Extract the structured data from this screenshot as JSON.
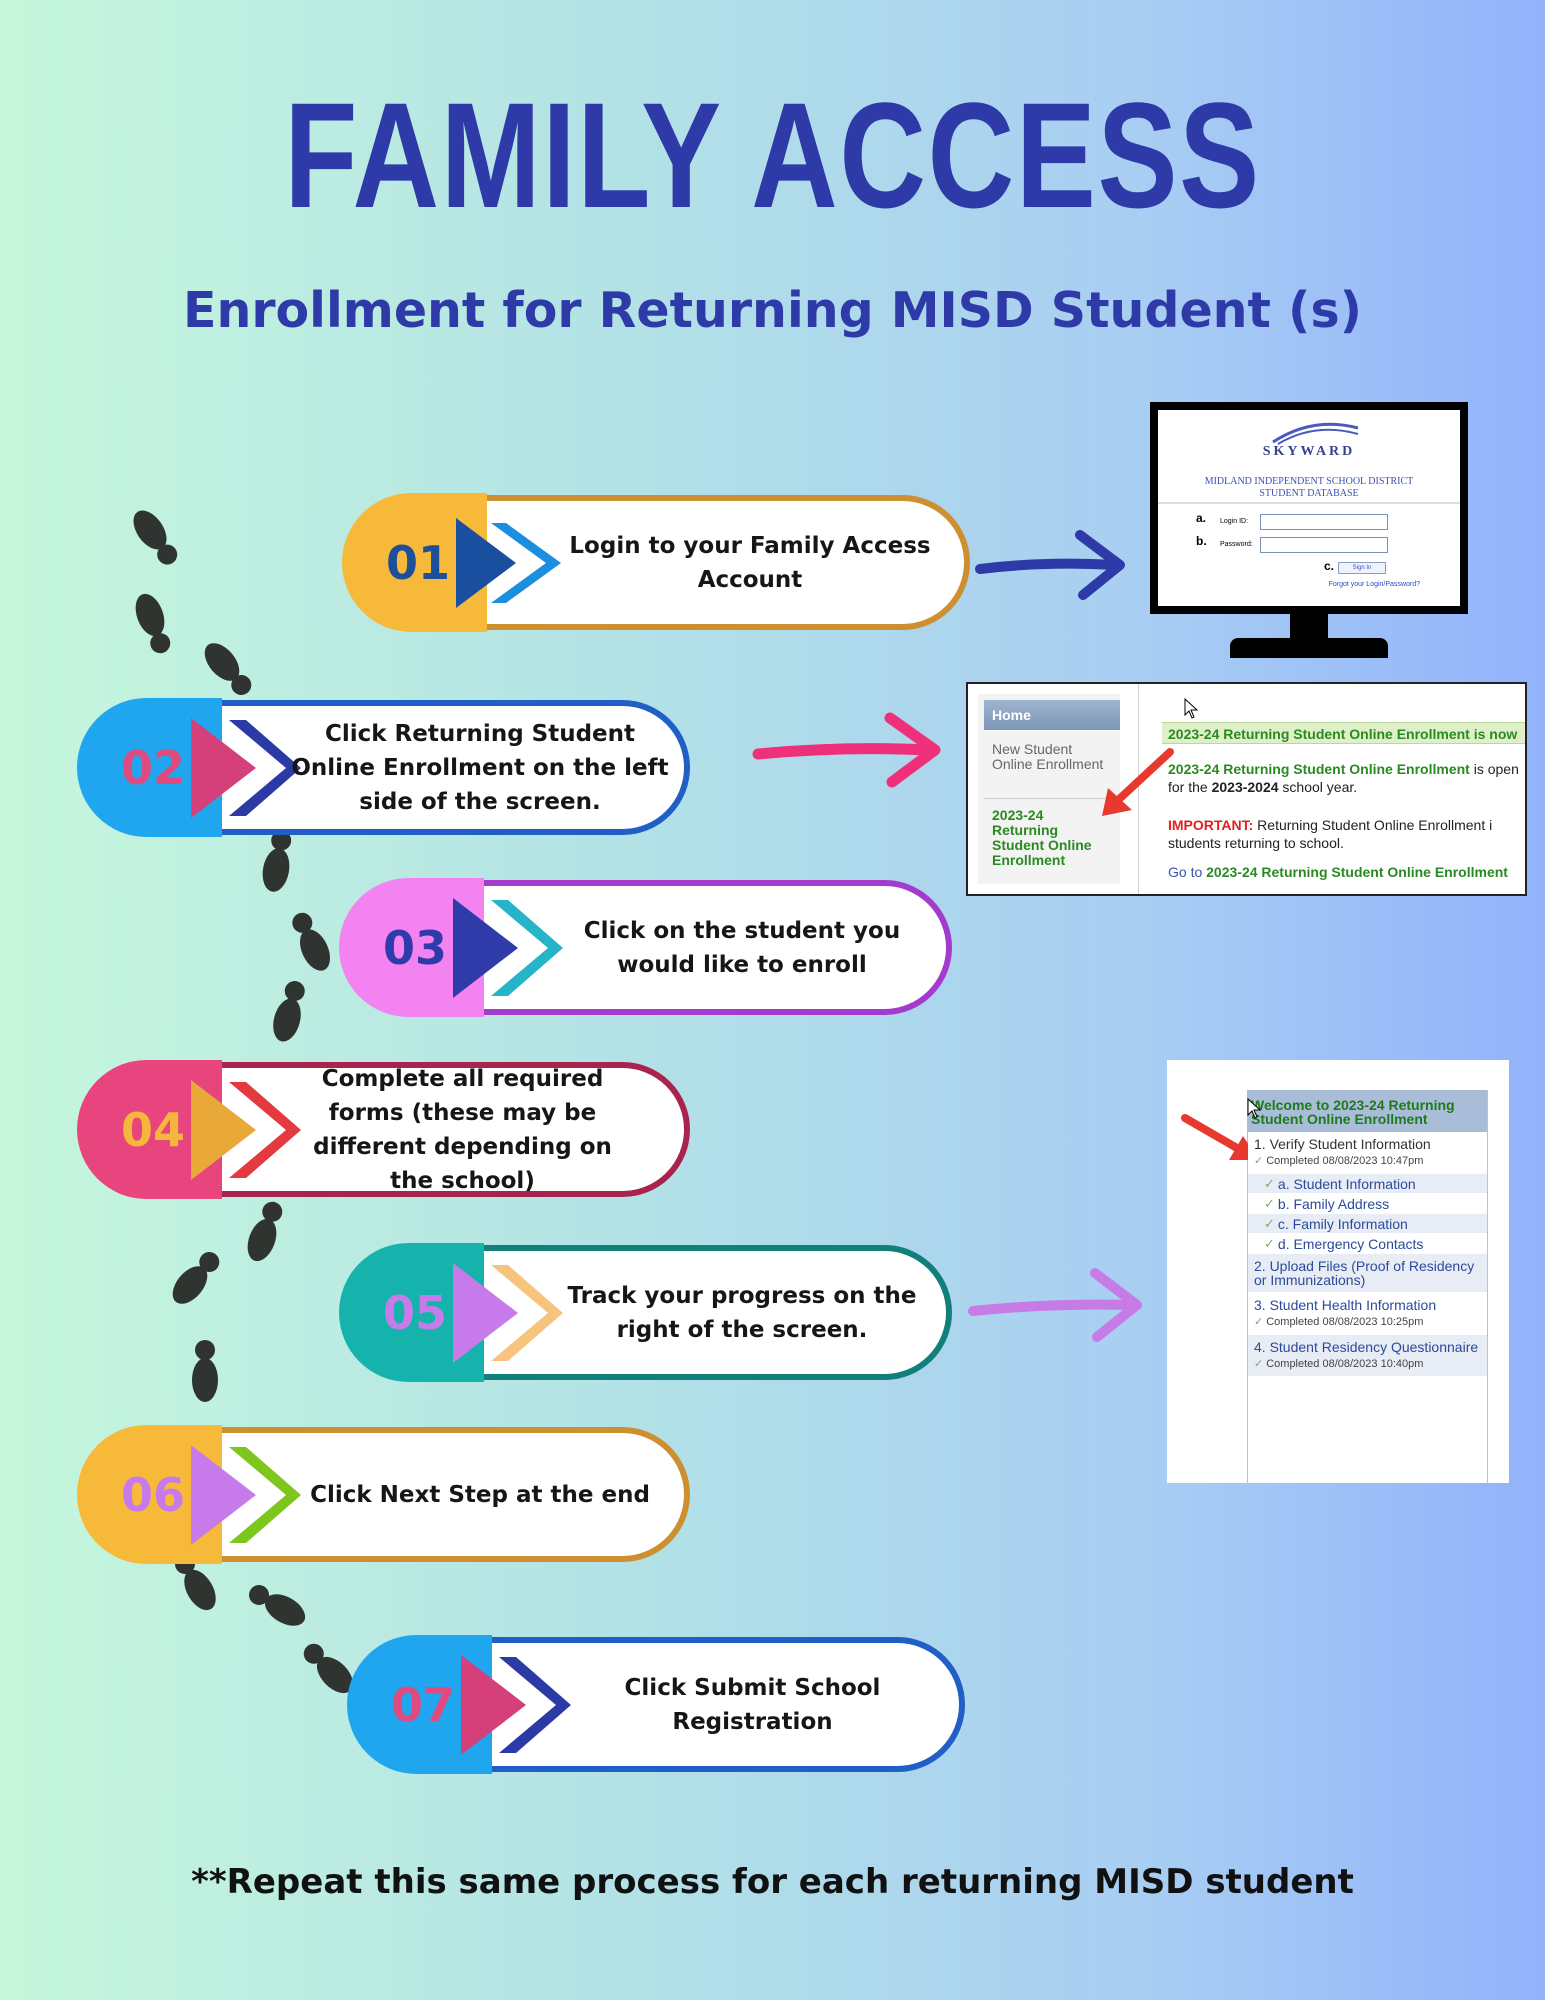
{
  "title": "FAMILY ACCESS",
  "subtitle": "Enrollment for Returning MISD Student (s)",
  "steps": [
    {
      "number": "01",
      "text": "Login to your Family Access Account"
    },
    {
      "number": "02",
      "text": "Click Returning Student Online Enrollment on the left side of the screen."
    },
    {
      "number": "03",
      "text": "Click on the student you would like to enroll"
    },
    {
      "number": "04",
      "text": "Complete all required forms (these may be different depending on the school)"
    },
    {
      "number": "05",
      "text": "Track your progress on the right of the screen."
    },
    {
      "number": "06",
      "text": "Click Next Step at the end"
    },
    {
      "number": "07",
      "text": "Click Submit School Registration"
    }
  ],
  "login_screen": {
    "brand": "SKYWARD",
    "district_line1": "MIDLAND INDEPENDENT SCHOOL DISTRICT",
    "district_line2": "STUDENT DATABASE",
    "marker_a": "a.",
    "marker_b": "b.",
    "marker_c": "c.",
    "login_id_label": "Login ID:",
    "password_label": "Password:",
    "sign_in": "Sign In",
    "forgot": "Forgot your Login/Password?"
  },
  "home_screen": {
    "tab_home": "Home",
    "nav_new": "New Student Online Enrollment",
    "nav_returning": "2023-24 Returning Student Online Enrollment",
    "banner": "2023-24 Returning Student Online Enrollment is now",
    "line1_link": "2023-24 Returning Student Online Enrollment",
    "line1_rest": " is open",
    "line2": "for the ",
    "line2_bold": "2023-2024",
    "line2_rest": " school year.",
    "important": "IMPORTANT:",
    "important_rest": " Returning Student Online Enrollment i",
    "line4": "students returning to school.",
    "goto": "Go to ",
    "goto_link": "2023-24 Returning Student Online Enrollment"
  },
  "progress_screen": {
    "header": "Welcome to 2023-24 Returning Student Online Enrollment",
    "items": [
      {
        "label": "1. Verify Student Information",
        "status": "Completed 08/08/2023 10:47pm",
        "sub": false
      },
      {
        "label": "a. Student Information",
        "status": "",
        "sub": true
      },
      {
        "label": "b. Family Address",
        "status": "",
        "sub": true
      },
      {
        "label": "c. Family Information",
        "status": "",
        "sub": true
      },
      {
        "label": "d. Emergency Contacts",
        "status": "",
        "sub": true
      },
      {
        "label": "2. Upload Files (Proof of Residency or Immunizations)",
        "status": "",
        "sub": false
      },
      {
        "label": "3. Student Health Information",
        "status": "Completed 08/08/2023 10:25pm",
        "sub": false
      },
      {
        "label": "4. Student Residency Questionnaire",
        "status": "Completed 08/08/2023 10:40pm",
        "sub": false
      }
    ]
  },
  "footer": "**Repeat this same process for each returning MISD student",
  "colors": {
    "title": "#2e3aa8",
    "step01": "#f6b93a",
    "step02": "#1fa6ef",
    "step03": "#f383f0",
    "step04": "#e8457e",
    "step05": "#16b3ad",
    "step06": "#f6b93a",
    "step07": "#1fa6ef"
  }
}
